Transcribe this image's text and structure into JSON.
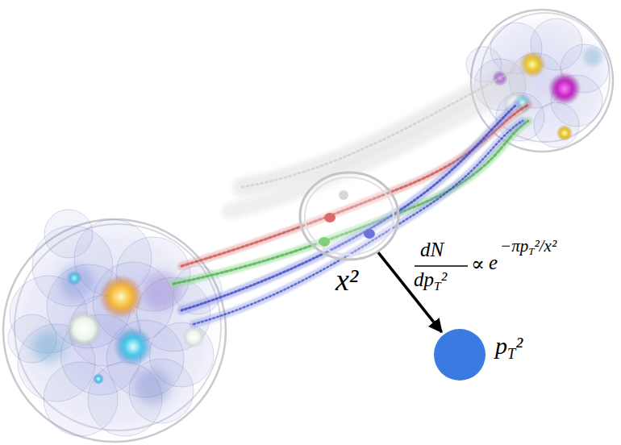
{
  "diagram": {
    "nodes": [
      {
        "text": [
          "x²"
        ]
      },
      {
        "text": [
          "pT²"
        ]
      }
    ],
    "edges": [
      {
        "from": 0,
        "to": 1,
        "arrow": "to"
      }
    ],
    "labels": [
      "dN",
      "dpT²",
      "∝",
      "e",
      "−πpT²/x²"
    ]
  }
}
